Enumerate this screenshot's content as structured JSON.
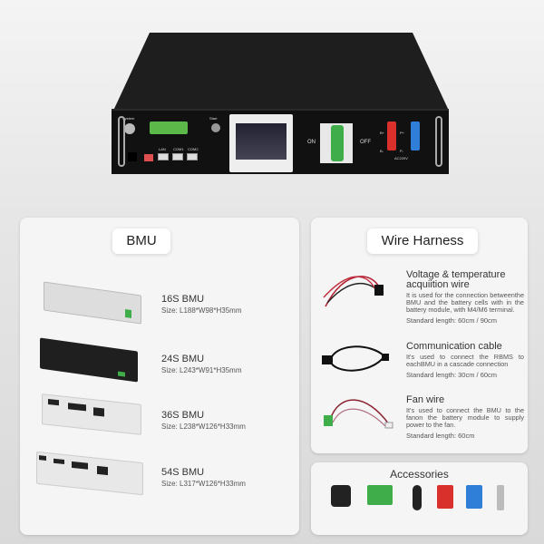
{
  "device": {
    "labels": {
      "system": "System",
      "start": "Start",
      "lan": "LAN",
      "com1": "COM1",
      "com2": "COM2",
      "on": "ON",
      "off": "OFF",
      "b_plus": "B+",
      "b_minus": "B-",
      "p_plus": "P+",
      "p_minus": "P-",
      "ac": "AC220V"
    }
  },
  "bmu_panel": {
    "title": "BMU",
    "items": [
      {
        "name": "16S BMU",
        "size": "Size: L188*W98*H35mm"
      },
      {
        "name": "24S BMU",
        "size": "Size:  L243*W91*H35mm"
      },
      {
        "name": "36S BMU",
        "size": "Size: L238*W126*H33mm"
      },
      {
        "name": "54S BMU",
        "size": "Size: L317*W126*H33mm"
      }
    ]
  },
  "wire_panel": {
    "title": "Wire  Harness",
    "items": [
      {
        "title": "Voltage & temperature acquiition wire",
        "desc": "It is used for the connection betweenthe BMU and the battery cells with in the battery module, with M4/M6 terminal.",
        "length": "Standard length: 60cm / 90cm"
      },
      {
        "title": "Communication cable",
        "desc": "It's used to connect the RBMS to eachBMU in a cascade connection",
        "length": "Standard length: 30cm / 60cm"
      },
      {
        "title": "Fan wire",
        "desc": "It's used to connect the BMU to the fanon the battery module to supply power to the fan.",
        "length": "Standard length: 60cm"
      }
    ]
  },
  "accessories_panel": {
    "title": "Accessories"
  },
  "colors": {
    "green": "#3fae4a",
    "red": "#d9302c",
    "blue": "#2f7fd8",
    "dark": "#1a1a1a"
  }
}
